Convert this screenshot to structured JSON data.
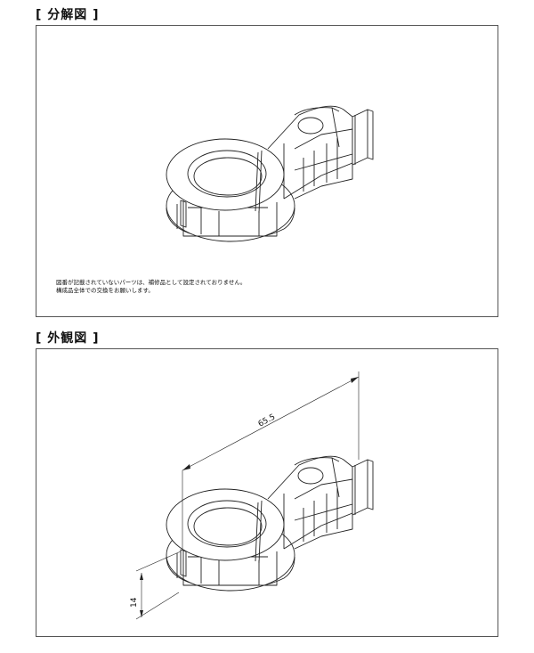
{
  "exploded": {
    "title": "[ 分解図 ]",
    "note_line1": "図番が記載されていないパーツは、補修品として設定されておりません。",
    "note_line2": "構成品全体での交換をお願いします。"
  },
  "external": {
    "title": "[ 外観図 ]",
    "dim_length": "65.5",
    "dim_height": "14"
  }
}
